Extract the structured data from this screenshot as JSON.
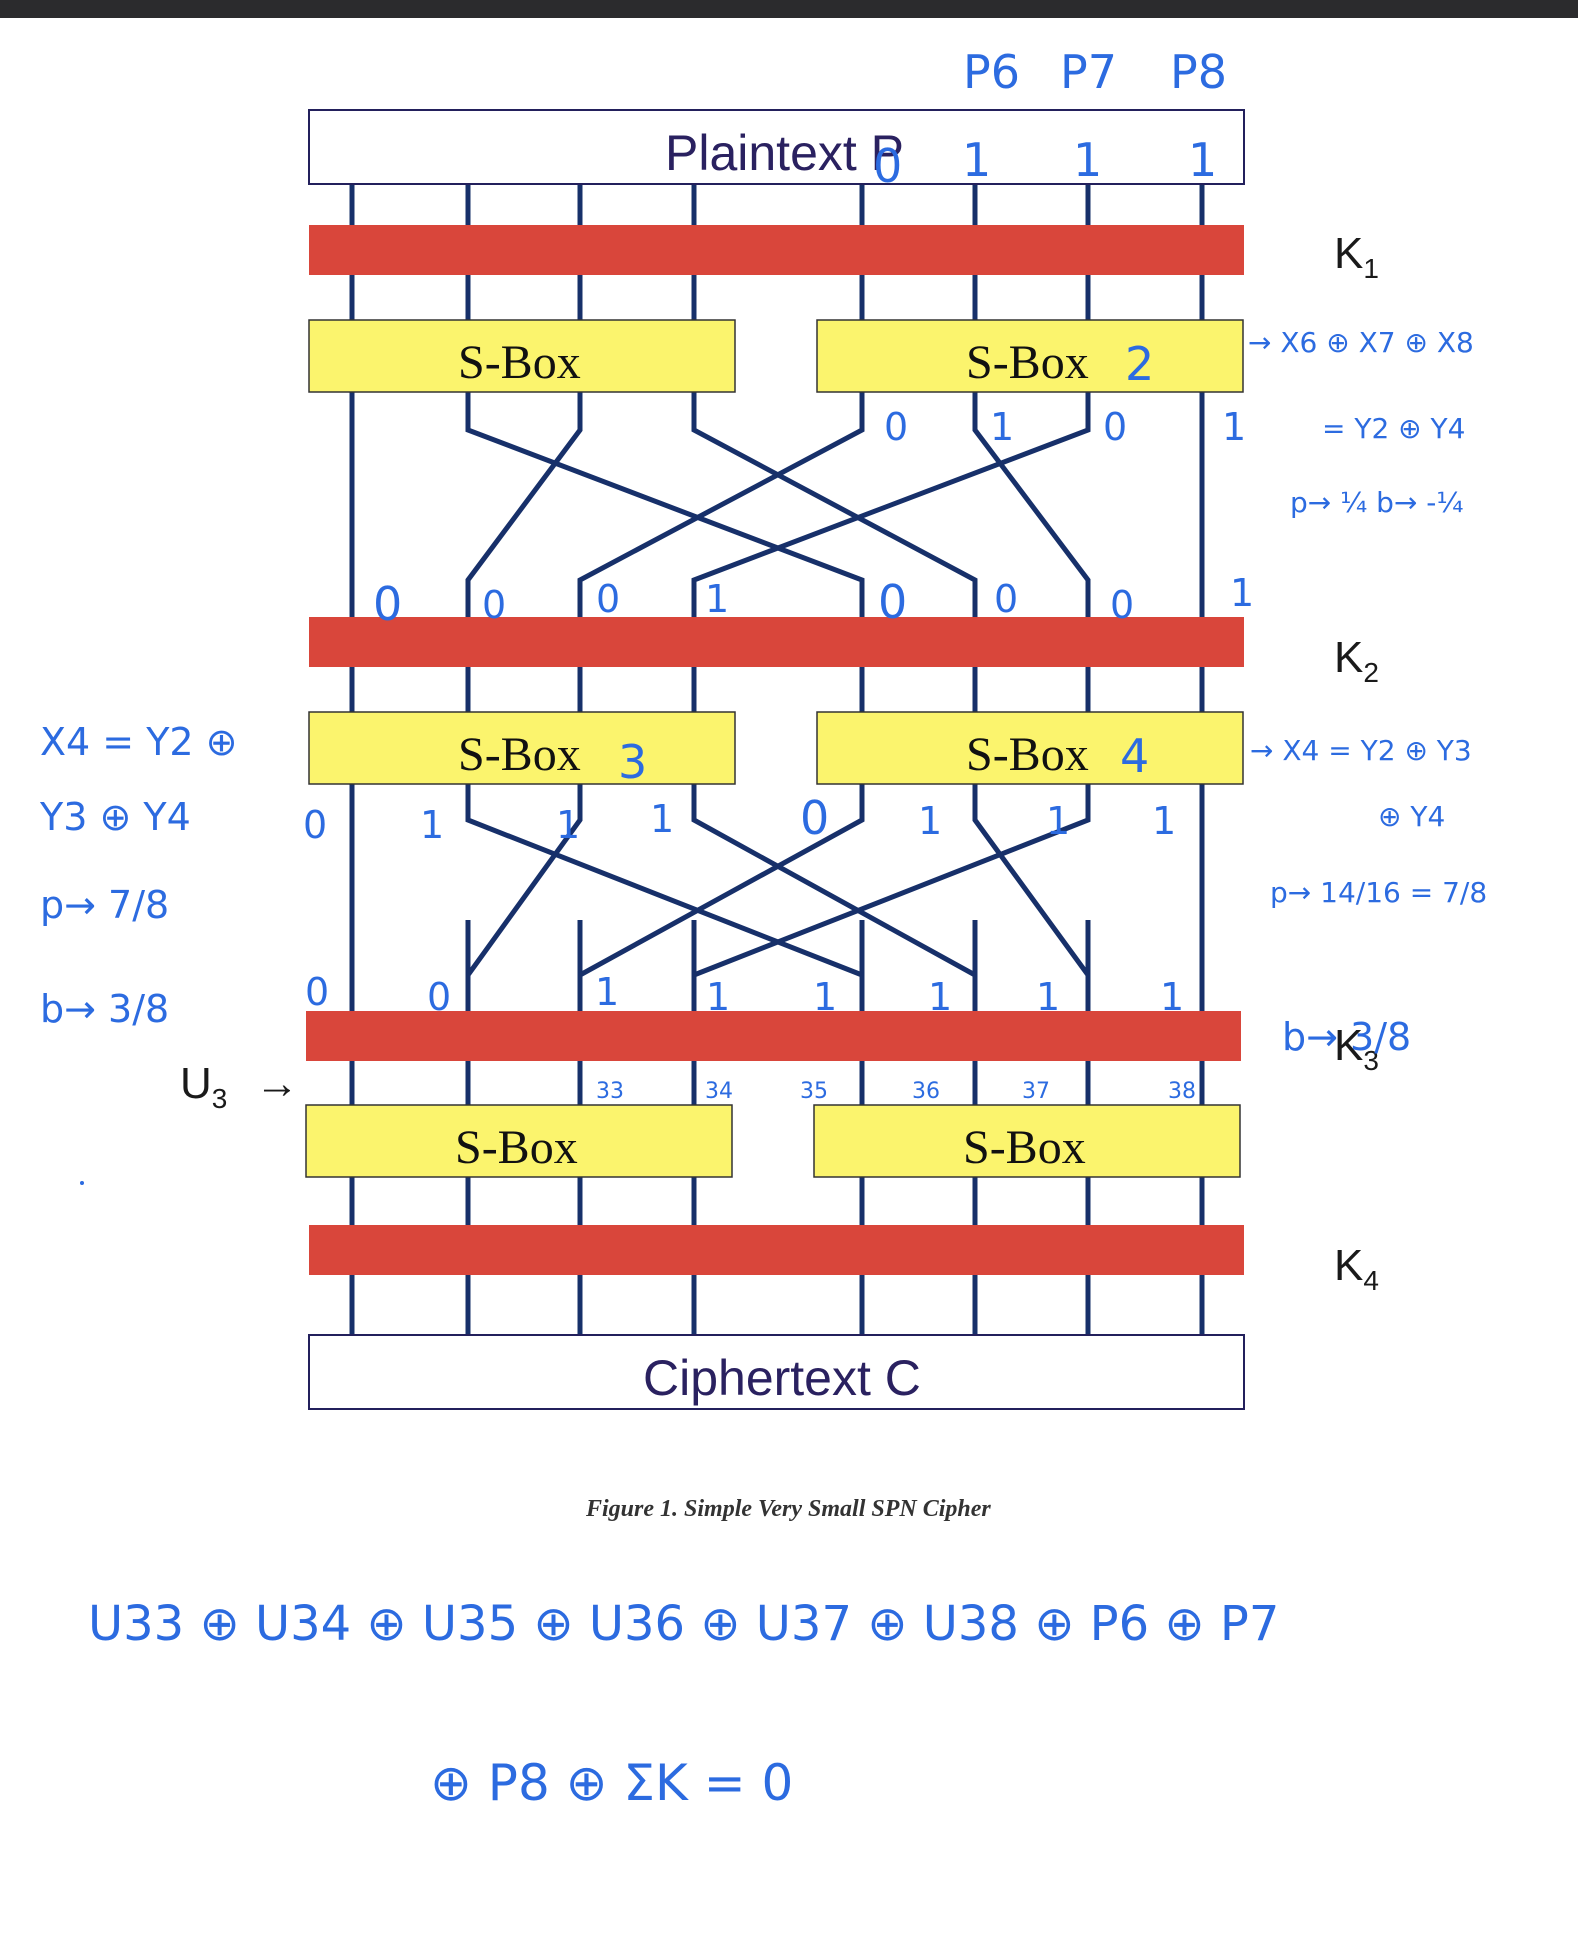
{
  "diagram": {
    "plaintext_label": "Plaintext P",
    "ciphertext_label": "Ciphertext C",
    "sbox_label": "S-Box",
    "keys": [
      "K1",
      "K2",
      "K3",
      "K4"
    ],
    "u3_label": "U3",
    "u3_arrow": "→",
    "caption": "Figure 1. Simple Very Small SPN Cipher"
  },
  "colors": {
    "key_bar": "#d9463b",
    "sbox_fill": "#fbf46d",
    "wire": "#17306a",
    "handwriting": "#2c6be0"
  },
  "annotations": {
    "plaintext_bits_header": [
      "P6",
      "P7",
      "P8"
    ],
    "plaintext_bits": [
      "0",
      "1",
      "1",
      "1"
    ],
    "sbox_numbers": [
      "2",
      "3",
      "4"
    ],
    "round1_outputs": [
      "0",
      "1",
      "0",
      "1"
    ],
    "k2_inputs": [
      "0",
      "0",
      "0",
      "1",
      "0",
      "0",
      "0",
      "1"
    ],
    "round2_outputs": [
      "0",
      "1",
      "1",
      "1",
      "0",
      "1",
      "1",
      "1"
    ],
    "k3_inputs": [
      "0",
      "0",
      "1",
      "1",
      "1",
      "1",
      "1",
      "1"
    ],
    "u3_indices": [
      "33",
      "34",
      "35",
      "36",
      "37",
      "38"
    ],
    "right_note_1": [
      "→ X6 ⊕ X7 ⊕ X8",
      "= Y2 ⊕ Y4",
      "p→ ¼  b→ -¼"
    ],
    "right_note_2": [
      "→ X4 = Y2 ⊕ Y3",
      "⊕ Y4",
      "p→ 14/16 = 7/8",
      "b→  3/8"
    ],
    "left_note": [
      "X4 = Y2 ⊕",
      "Y3 ⊕ Y4",
      "p→ 7/8",
      "b→ 3/8"
    ],
    "equation_line_1": "U33 ⊕ U34 ⊕ U35 ⊕ U36 ⊕ U37 ⊕ U38 ⊕ P6 ⊕ P7",
    "equation_line_2": "⊕ P8 ⊕ ΣK = 0"
  }
}
